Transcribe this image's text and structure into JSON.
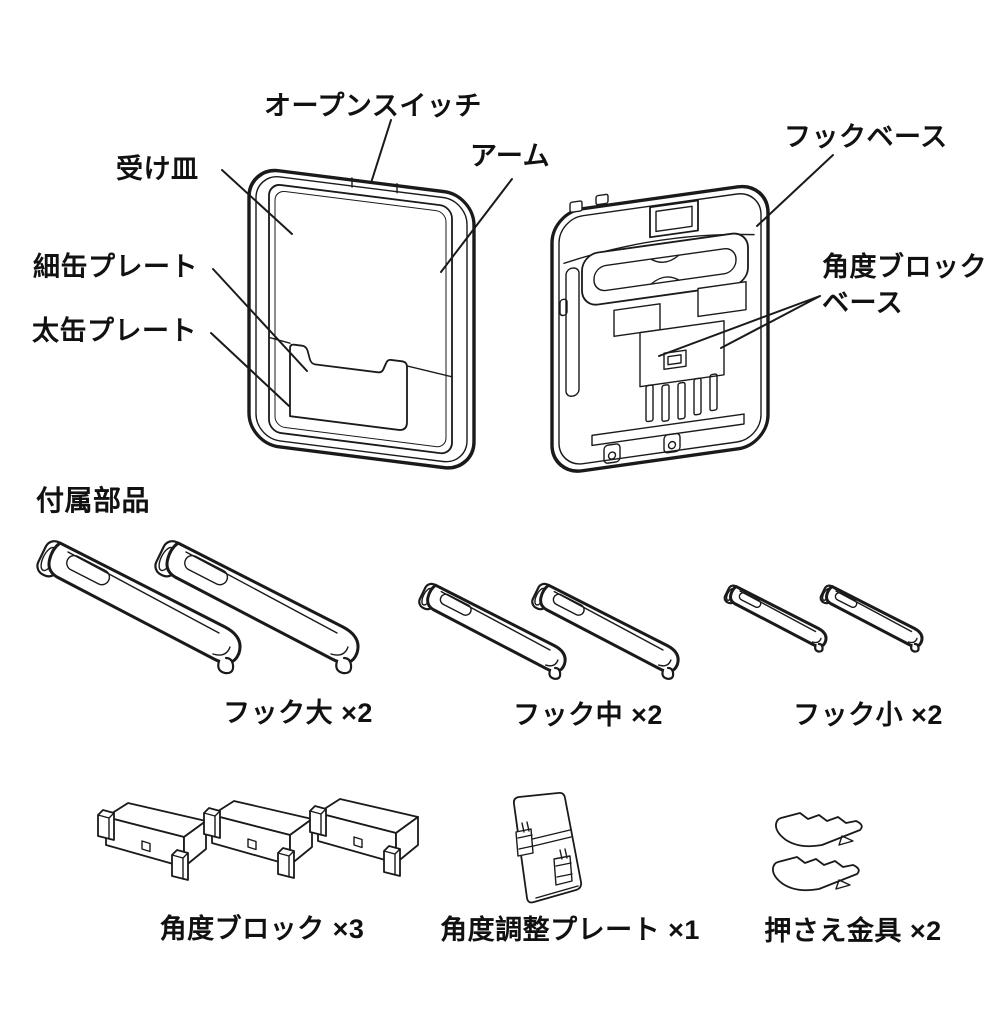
{
  "colors": {
    "background": "#ffffff",
    "line": "#1a1a1a",
    "text": "#111111"
  },
  "device_callouts": {
    "open_switch": "オープンスイッチ",
    "tray": "受け皿",
    "arm": "アーム",
    "hook_base": "フックベース",
    "angle_block_base_line1": "角度ブロック",
    "angle_block_base_line2": "ベース",
    "thin_can_plate": "細缶プレート",
    "thick_can_plate": "太缶プレート"
  },
  "accessories": {
    "header": "付属部品",
    "hook_large": "フック大 ×2",
    "hook_medium": "フック中 ×2",
    "hook_small": "フック小 ×2",
    "angle_block": "角度ブロック ×3",
    "angle_adjust_plate": "角度調整プレート ×1",
    "holding_bracket": "押さえ金具 ×2"
  }
}
